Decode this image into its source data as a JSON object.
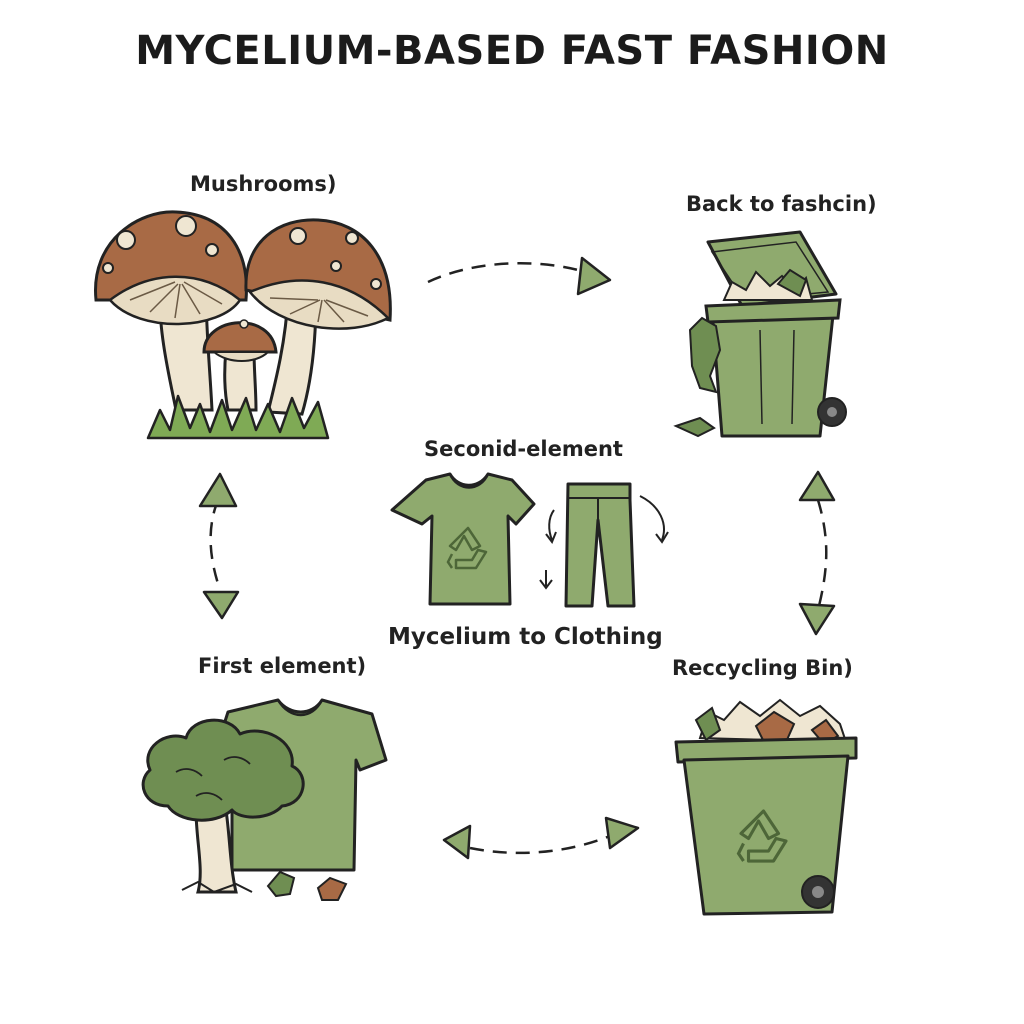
{
  "title": "MYCELIUM-BASED FAST FASHION",
  "labels": {
    "mushrooms": "Mushrooms)",
    "back_to_fashion": "Back to fashcin)",
    "second_element": "Seconid-element",
    "mycelium_to_clothing": "Mycelium to Clothing",
    "first_element": "First element)",
    "recycling_bin": "Reccycling Bin)"
  },
  "colors": {
    "outline": "#222222",
    "green": "#8faa6e",
    "dark_green": "#6f8e52",
    "mushroom_cap": "#a86a45",
    "stem": "#efe6d2",
    "grass": "#7faa55"
  },
  "icons": [
    "mushroom-cluster-icon",
    "overflowing-bin-icon",
    "tshirt-recycle-icon",
    "pants-icon",
    "tree-shirt-icon",
    "recycling-bin-icon"
  ]
}
